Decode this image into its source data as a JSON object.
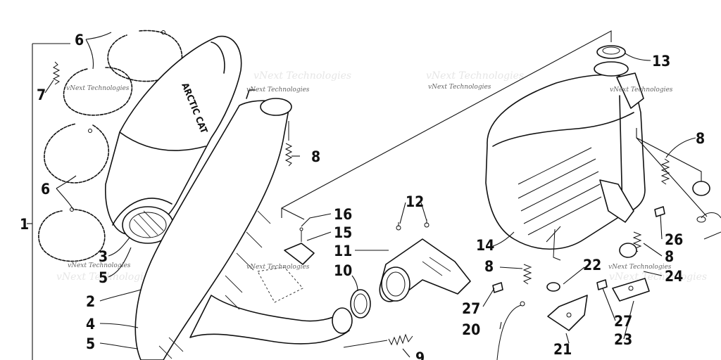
{
  "diagram": {
    "watermark": "vNext Technologies",
    "brand_text": "ARCTIC CAT",
    "callouts": [
      "1",
      "2",
      "3",
      "4",
      "5",
      "5",
      "6",
      "6",
      "7",
      "8",
      "8",
      "8",
      "8",
      "9",
      "10",
      "11",
      "12",
      "13",
      "14",
      "15",
      "16",
      "20",
      "21",
      "22",
      "23",
      "24",
      "26",
      "27",
      "27"
    ]
  }
}
